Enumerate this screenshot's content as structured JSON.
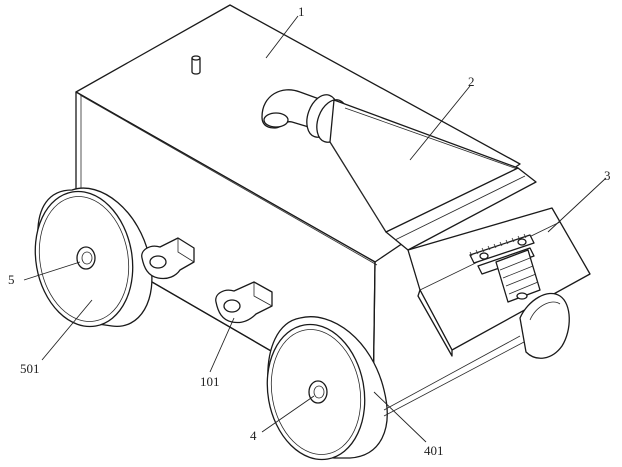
{
  "labels": {
    "l1": "1",
    "l2": "2",
    "l3": "3",
    "l4": "4",
    "l401": "401",
    "l5": "5",
    "l501": "501",
    "l101": "101"
  }
}
